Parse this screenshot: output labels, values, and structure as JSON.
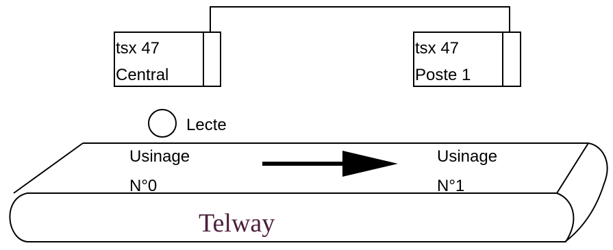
{
  "plc_central": {
    "line1": "tsx 47",
    "line2": "Central"
  },
  "plc_poste1": {
    "line1": "tsx 47",
    "line2": "Poste 1"
  },
  "reader": {
    "label": "Lecte"
  },
  "station0": {
    "line1": "Usinage",
    "line2": "N°0"
  },
  "station1": {
    "line1": "Usinage",
    "line2": "N°1"
  },
  "network": {
    "label": "Telway",
    "color": "#4b1f3b"
  },
  "colors": {
    "stroke": "#000000",
    "background": "#ffffff"
  }
}
